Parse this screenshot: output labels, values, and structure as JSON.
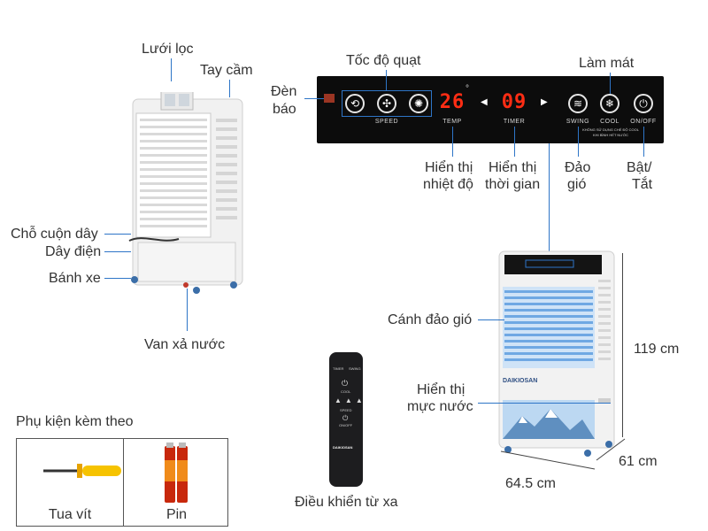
{
  "labels": {
    "luoi_loc": "Lưới lọc",
    "tay_cam": "Tay cầm",
    "cho_cuon_day": "Chỗ cuộn dây",
    "day_dien": "Dây điện",
    "banh_xe": "Bánh xe",
    "van_xa_nuoc": "Van xả nước",
    "den_bao_1": "Đèn",
    "den_bao_2": "báo",
    "toc_do_quat": "Tốc độ quạt",
    "lam_mat": "Làm mát",
    "hien_thi_nhiet_do_1": "Hiển thị",
    "hien_thi_nhiet_do_2": "nhiệt độ",
    "hien_thi_thoi_gian_1": "Hiển thị",
    "hien_thi_thoi_gian_2": "thời gian",
    "dao_gio_1": "Đảo",
    "dao_gio_2": "gió",
    "bat_tat_1": "Bật/",
    "bat_tat_2": "Tắt",
    "canh_dao_gio": "Cánh đảo gió",
    "hien_thi_muc_nuoc_1": "Hiển thị",
    "hien_thi_muc_nuoc_2": "mực nước",
    "height": "119 cm",
    "depth": "61 cm",
    "width": "64.5 cm",
    "dieu_khien": "Điều khiển từ xa"
  },
  "panel": {
    "speed_label": "SPEED",
    "temp_value": "26",
    "temp_unit": "°",
    "temp_label": "TEMP",
    "timer_value": "09",
    "timer_label": "TIMER",
    "swing_label": "SWING",
    "cool_label": "COOL",
    "onoff_label": "ON/OFF",
    "note_1": "KHÔNG SỬ DỤNG CHẾ ĐỘ COOL",
    "note_2": "KHI BÌNH HẾT NƯỚC"
  },
  "remote": {
    "timer": "TIMER",
    "swing": "SWING",
    "cool": "COOL",
    "speed": "SPEED",
    "onoff": "ON/OFF",
    "brand": "DAIKIOSAN"
  },
  "cooler_brand": "DAIKIOSAN",
  "accessories": {
    "title": "Phụ kiện kèm theo",
    "items": [
      {
        "label": "Tua vít",
        "icon": "screwdriver-icon"
      },
      {
        "label": "Pin",
        "icon": "battery-icon"
      }
    ]
  },
  "colors": {
    "accent_line": "#2e75c7",
    "led_red": "#ff2d14",
    "panel_bg": "#0c0c0c",
    "louver_blue": "#7fb2e8"
  }
}
